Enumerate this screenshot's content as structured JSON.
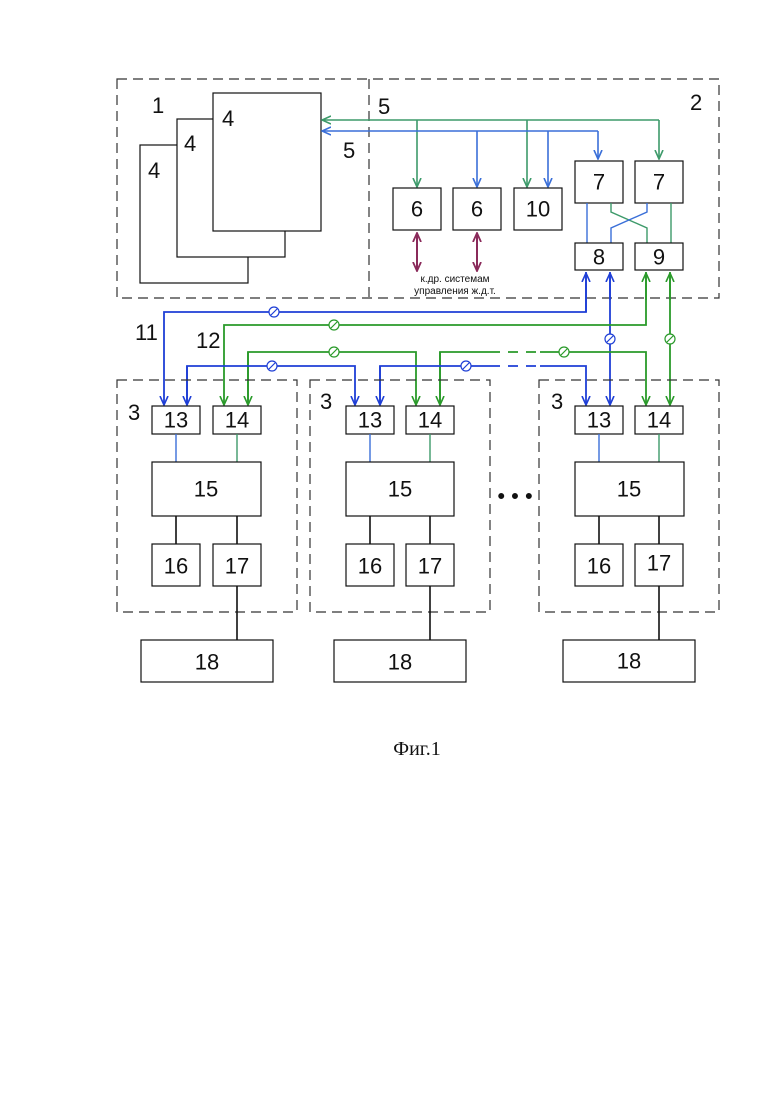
{
  "labels": {
    "region1": "1",
    "region2": "2",
    "bus5a": "5",
    "bus5b": "5",
    "line11": "11",
    "line12": "12",
    "ellipsis": "• • •",
    "ext_note_line1": "к.др. системам",
    "ext_note_line2": "управления ж.д.т.",
    "caption": "Фиг.1"
  },
  "blocks": {
    "b4": "4",
    "b6": "6",
    "b7": "7",
    "b8": "8",
    "b9": "9",
    "b10": "10"
  },
  "station_blocks": {
    "group": "3",
    "b13": "13",
    "b14": "14",
    "b15": "15",
    "b16": "16",
    "b17": "17",
    "b18": "18"
  },
  "colors": {
    "blue": "#1f3fd6",
    "light_blue": "#3a6fd8",
    "green": "#2a9a2a",
    "teal_green": "#3d9a6a",
    "purple": "#8a2a5a",
    "black": "#111111"
  }
}
